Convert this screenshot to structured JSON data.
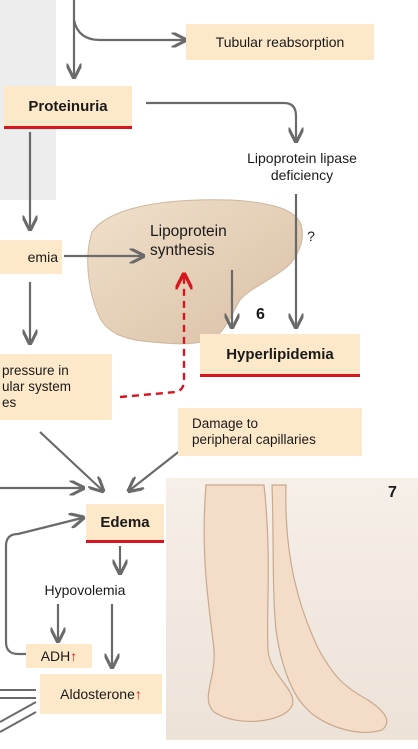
{
  "nodes": {
    "tubular": "Tubular reabsorption",
    "proteinuria": "Proteinuria",
    "lipase": "Lipoprotein lipase\ndeficiency",
    "question": "?",
    "hypo_partial": "emia",
    "liver_label": "Lipoprotein\nsynthesis",
    "six": "6",
    "hyperlipidemia": "Hyperlipidemia",
    "pressure_partial": "pressure in\nular system\nes",
    "damage": "Damage to\nperipheral capillaries",
    "seven": "7",
    "edema": "Edema",
    "hypovolemia": "Hypovolemia",
    "adh": "ADH",
    "aldosterone": "Aldosterone",
    "increase_icon": "red-up-arrow-icon"
  },
  "colors": {
    "box_fill": "#fde9c9",
    "accent_red": "#d8141e",
    "arrow_gray": "#6a6a6a"
  }
}
